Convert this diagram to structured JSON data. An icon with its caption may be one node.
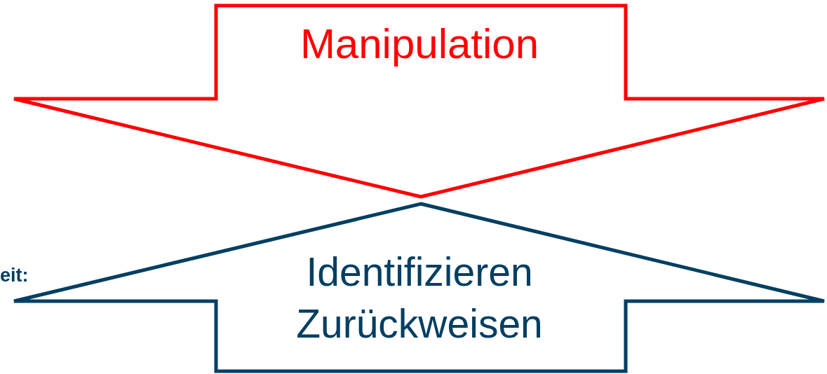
{
  "diagram": {
    "nodes": [
      {
        "text": [
          "Manipulation"
        ]
      },
      {
        "text": [
          "Identifizieren Zurückweisen"
        ]
      }
    ],
    "labels": [
      "eit:"
    ]
  }
}
